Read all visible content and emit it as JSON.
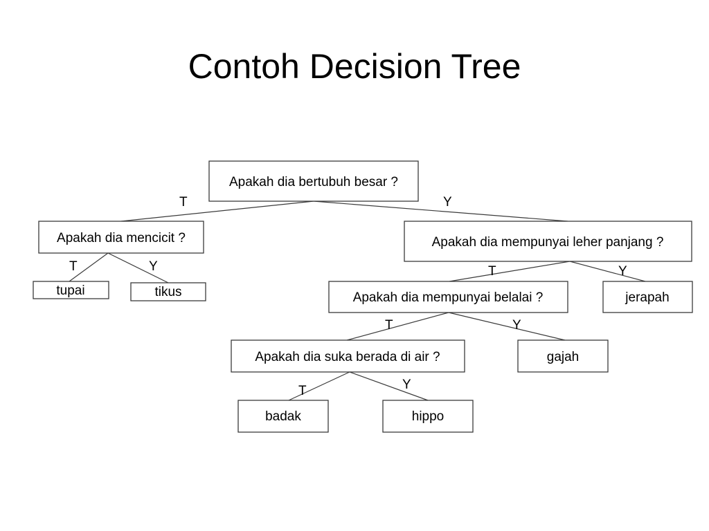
{
  "title": "Contoh Decision Tree",
  "tree": {
    "nodes": {
      "q_besar": "Apakah dia bertubuh besar ?",
      "q_mencicit": "Apakah dia mencicit ?",
      "leaf_tupai": "tupai",
      "leaf_tikus": "tikus",
      "q_leher": "Apakah dia mempunyai leher panjang ?",
      "q_belalai": "Apakah dia mempunyai belalai ?",
      "leaf_jerapah": "jerapah",
      "q_air": "Apakah dia suka berada di air ?",
      "leaf_gajah": "gajah",
      "leaf_badak": "badak",
      "leaf_hippo": "hippo"
    },
    "edges": [
      {
        "from": "q_besar",
        "to": "q_mencicit",
        "label": "T"
      },
      {
        "from": "q_besar",
        "to": "q_leher",
        "label": "Y"
      },
      {
        "from": "q_mencicit",
        "to": "leaf_tupai",
        "label": "T"
      },
      {
        "from": "q_mencicit",
        "to": "leaf_tikus",
        "label": "Y"
      },
      {
        "from": "q_leher",
        "to": "q_belalai",
        "label": "T"
      },
      {
        "from": "q_leher",
        "to": "leaf_jerapah",
        "label": "Y"
      },
      {
        "from": "q_belalai",
        "to": "q_air",
        "label": "T"
      },
      {
        "from": "q_belalai",
        "to": "leaf_gajah",
        "label": "Y"
      },
      {
        "from": "q_air",
        "to": "leaf_badak",
        "label": "T"
      },
      {
        "from": "q_air",
        "to": "leaf_hippo",
        "label": "Y"
      }
    ]
  }
}
